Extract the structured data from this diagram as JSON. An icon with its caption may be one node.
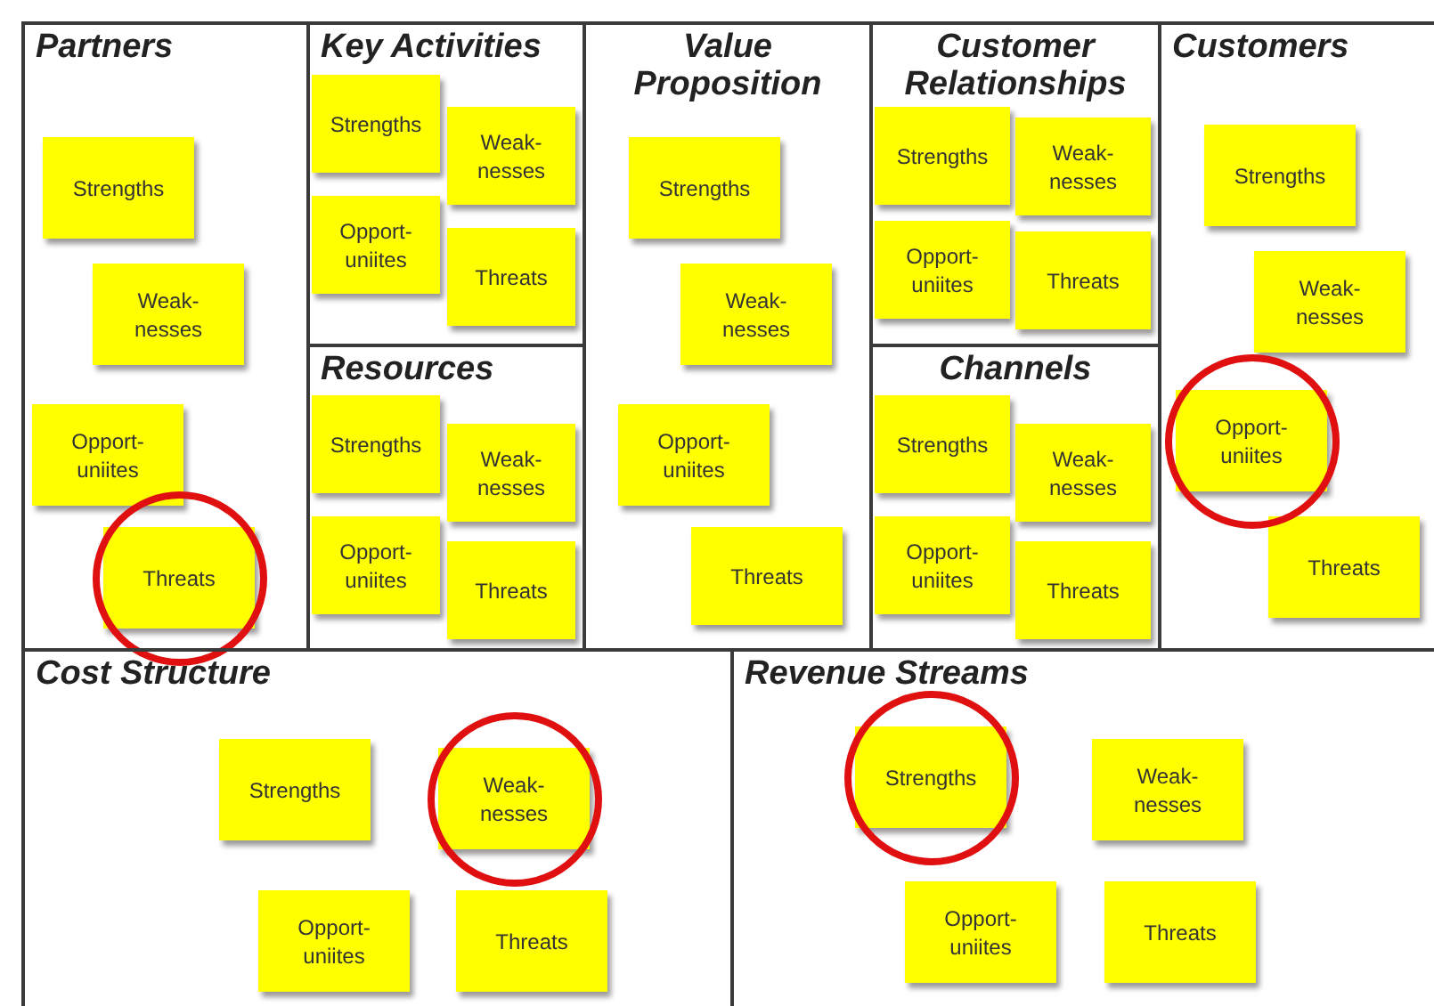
{
  "diagram": {
    "nodes": [
      {
        "text": [
          "Partners"
        ]
      },
      {
        "text": [
          "Strengths"
        ],
        "in": 0
      },
      {
        "text": [
          "Weak- nesses"
        ],
        "in": 0
      },
      {
        "text": [
          "Opport- uniites"
        ],
        "in": 0
      },
      {
        "text": [
          "Threats"
        ],
        "in": 0
      },
      {
        "text": [
          "Key Activities"
        ]
      },
      {
        "text": [
          "Strengths"
        ],
        "in": 5
      },
      {
        "text": [
          "Weak- nesses"
        ],
        "in": 5
      },
      {
        "text": [
          "Opport- uniites"
        ],
        "in": 5
      },
      {
        "text": [
          "Threats"
        ],
        "in": 5
      },
      {
        "text": [
          "Value Proposition"
        ]
      },
      {
        "text": [
          "Strengths"
        ],
        "in": 10
      },
      {
        "text": [
          "Weak- nesses"
        ],
        "in": 10
      },
      {
        "text": [
          "Opport- uniites"
        ],
        "in": 10
      },
      {
        "text": [
          "Threats"
        ],
        "in": 10
      },
      {
        "text": [
          "Customer Relationships"
        ]
      },
      {
        "text": [
          "Strengths"
        ],
        "in": 15
      },
      {
        "text": [
          "Weak- nesses"
        ],
        "in": 15
      },
      {
        "text": [
          "Opport- uniites"
        ],
        "in": 15
      },
      {
        "text": [
          "Threats"
        ],
        "in": 15
      },
      {
        "text": [
          "Customers"
        ]
      },
      {
        "text": [
          "Strengths"
        ],
        "in": 20
      },
      {
        "text": [
          "Weak- nesses"
        ],
        "in": 20
      },
      {
        "text": [
          "Opport- uniites"
        ],
        "in": 20
      },
      {
        "text": [
          "Threats"
        ],
        "in": 20
      },
      {
        "text": [
          "Resources"
        ]
      },
      {
        "text": [
          "Strengths"
        ],
        "in": 25
      },
      {
        "text": [
          "Weak- nesses"
        ],
        "in": 25
      },
      {
        "text": [
          "Opport- uniites"
        ],
        "in": 25
      },
      {
        "text": [
          "Threats"
        ],
        "in": 25
      },
      {
        "text": [
          "Channels"
        ]
      },
      {
        "text": [
          "Strengths"
        ],
        "in": 30
      },
      {
        "text": [
          "Weak- nesses"
        ],
        "in": 30
      },
      {
        "text": [
          "Opport- uniites"
        ],
        "in": 30
      },
      {
        "text": [
          "Threats"
        ],
        "in": 30
      },
      {
        "text": [
          "Cost Structure"
        ]
      },
      {
        "text": [
          "Strengths"
        ],
        "in": 35
      },
      {
        "text": [
          "Weak- nesses"
        ],
        "in": 35
      },
      {
        "text": [
          "Opport- uniites"
        ],
        "in": 35
      },
      {
        "text": [
          "Threats"
        ],
        "in": 35
      },
      {
        "text": [
          "Revenue Streams"
        ]
      },
      {
        "text": [
          "Strengths"
        ],
        "in": 40
      },
      {
        "text": [
          "Weak- nesses"
        ],
        "in": 40
      },
      {
        "text": [
          "Opport- uniites"
        ],
        "in": 40
      },
      {
        "text": [
          "Threats"
        ],
        "in": 40
      }
    ]
  }
}
